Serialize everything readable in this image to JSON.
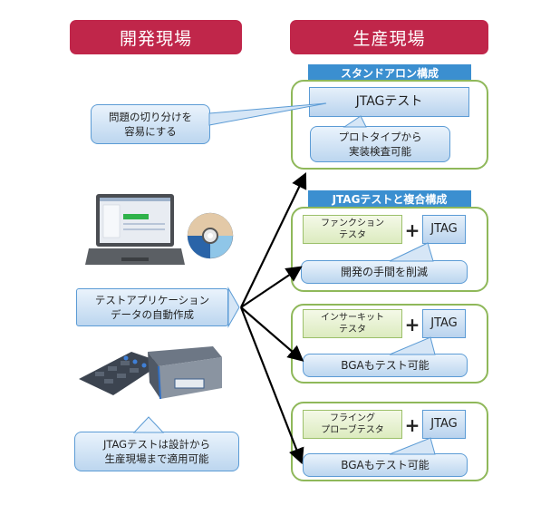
{
  "headers": {
    "development": "開発現場",
    "production": "生産現場"
  },
  "left": {
    "callout_isolation": [
      "問題の切り分けを",
      "容易にする"
    ],
    "callout_auto": [
      "テストアプリケーション",
      "データの自動作成"
    ],
    "callout_applicable": [
      "JTAGテストは設計から",
      "生産現場まで適用可能"
    ],
    "images": {
      "laptop": "laptop-software-screenshot",
      "cd": "software-cd",
      "hardware": "jtag-controller-hardware"
    }
  },
  "right": {
    "standalone": {
      "tag": "スタンドアロン構成",
      "main_box": "JTAGテスト",
      "callout": [
        "プロトタイプから",
        "実装検査可能"
      ]
    },
    "combined_tag": "JTAGテストと複合構成",
    "combos": [
      {
        "tester": [
          "ファンクション",
          "テスタ"
        ],
        "plus": "+",
        "jtag": "JTAG",
        "callout": "開発の手間を削減"
      },
      {
        "tester": [
          "インサーキット",
          "テスタ"
        ],
        "plus": "+",
        "jtag": "JTAG",
        "callout": "BGAもテスト可能"
      },
      {
        "tester": [
          "フライング",
          "プローブテスタ"
        ],
        "plus": "+",
        "jtag": "JTAG",
        "callout": "BGAもテスト可能"
      }
    ]
  },
  "colors": {
    "header_red": "#c0264a",
    "tag_blue": "#3b8fd0",
    "group_green": "#8fb85a",
    "box_blue_border": "#5b9bd5"
  }
}
